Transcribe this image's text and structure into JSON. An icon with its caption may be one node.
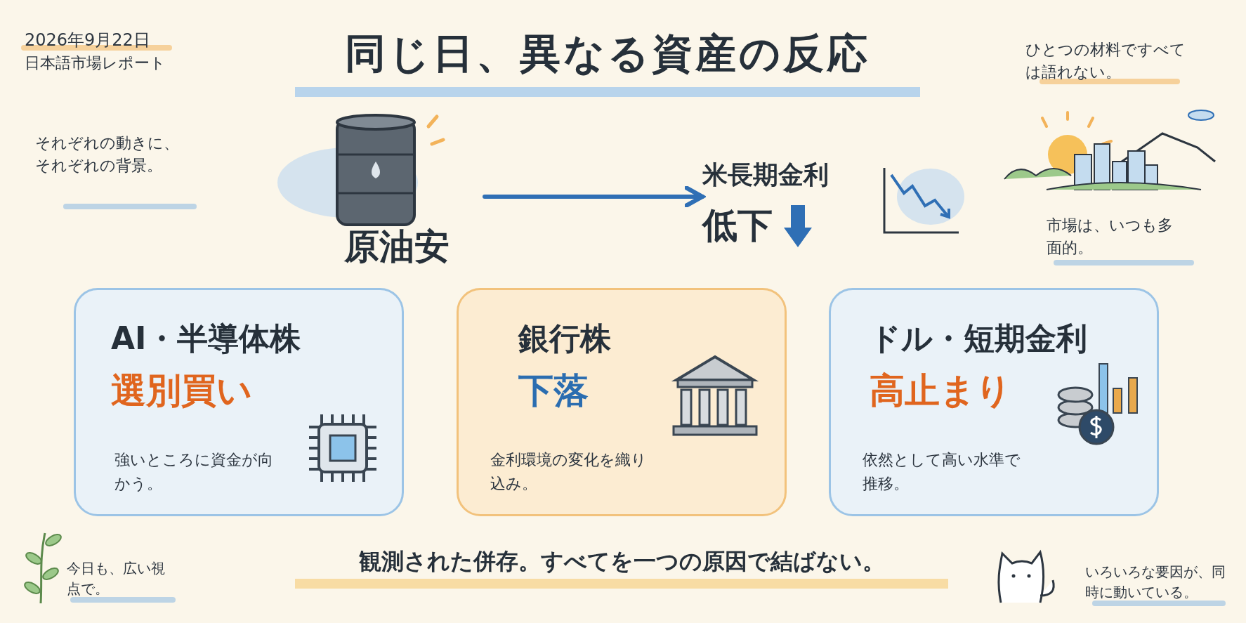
{
  "diagram": {
    "title": "同じ日、異なる資産の反応",
    "caption": "観測された併存。すべてを一つの原因で結ばない。",
    "nodes": [
      {
        "text": [
          "原油安"
        ]
      },
      {
        "text": [
          "米長期金利",
          "低下"
        ]
      },
      {
        "text": [
          "AI・半導体株",
          "選別買い",
          "強いところに資金が向かう。"
        ]
      },
      {
        "text": [
          "銀行株",
          "下落",
          "金利環境の変化を織り込み。"
        ]
      },
      {
        "text": [
          "ドル・短期金利",
          "高止まり",
          "依然として高い水準で推移。"
        ]
      }
    ],
    "edges": [
      {
        "from": 0,
        "to": 1,
        "arrow": "to"
      }
    ],
    "labels": [
      "2026年9月22日",
      "日本語市場レポート",
      "ひとつの材料ですべては語れない。",
      "それぞれの動きに、それぞれの背景。",
      "市場は、いつも多面的。",
      "今日も、広い視点で。",
      "いろいろな要因が、同時に動いている。"
    ]
  }
}
